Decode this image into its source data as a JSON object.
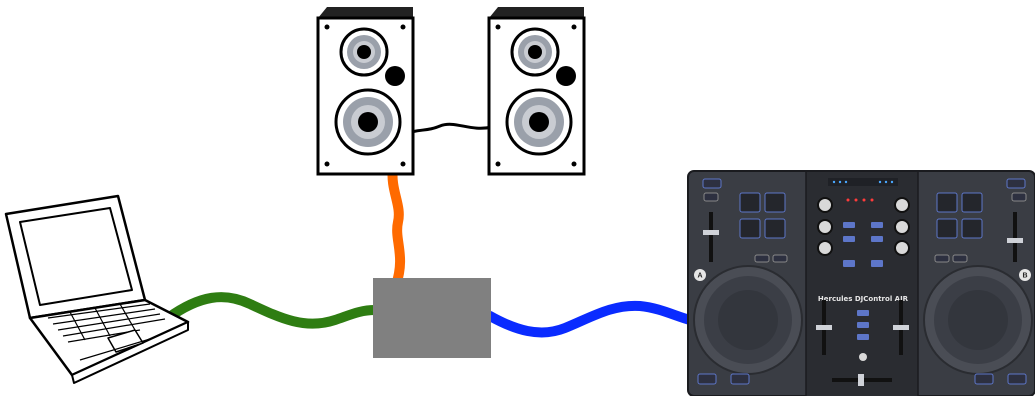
{
  "diagram": {
    "nodes": [
      {
        "id": "laptop",
        "kind": "laptop-computer"
      },
      {
        "id": "interface",
        "kind": "audio-interface-box"
      },
      {
        "id": "speaker-left",
        "kind": "loudspeaker"
      },
      {
        "id": "speaker-right",
        "kind": "loudspeaker"
      },
      {
        "id": "dj-controller",
        "kind": "dj-controller"
      }
    ],
    "connections": [
      {
        "from": "laptop",
        "to": "interface",
        "cable_color": "#2e7d12"
      },
      {
        "from": "interface",
        "to": "speaker-left",
        "cable_color": "#ff6a00"
      },
      {
        "from": "interface",
        "to": "dj-controller",
        "cable_color": "#0a2bff"
      },
      {
        "from": "speaker-left",
        "to": "speaker-right",
        "cable_color": "#000000"
      }
    ]
  },
  "controller": {
    "brand_logo": "Hercules DJControl AIR",
    "deck_a_letter": "A",
    "deck_b_letter": "B"
  },
  "colors": {
    "interface_box": "#808080",
    "controller_body": "#3a3d44",
    "controller_accent": "#5d76c9"
  }
}
